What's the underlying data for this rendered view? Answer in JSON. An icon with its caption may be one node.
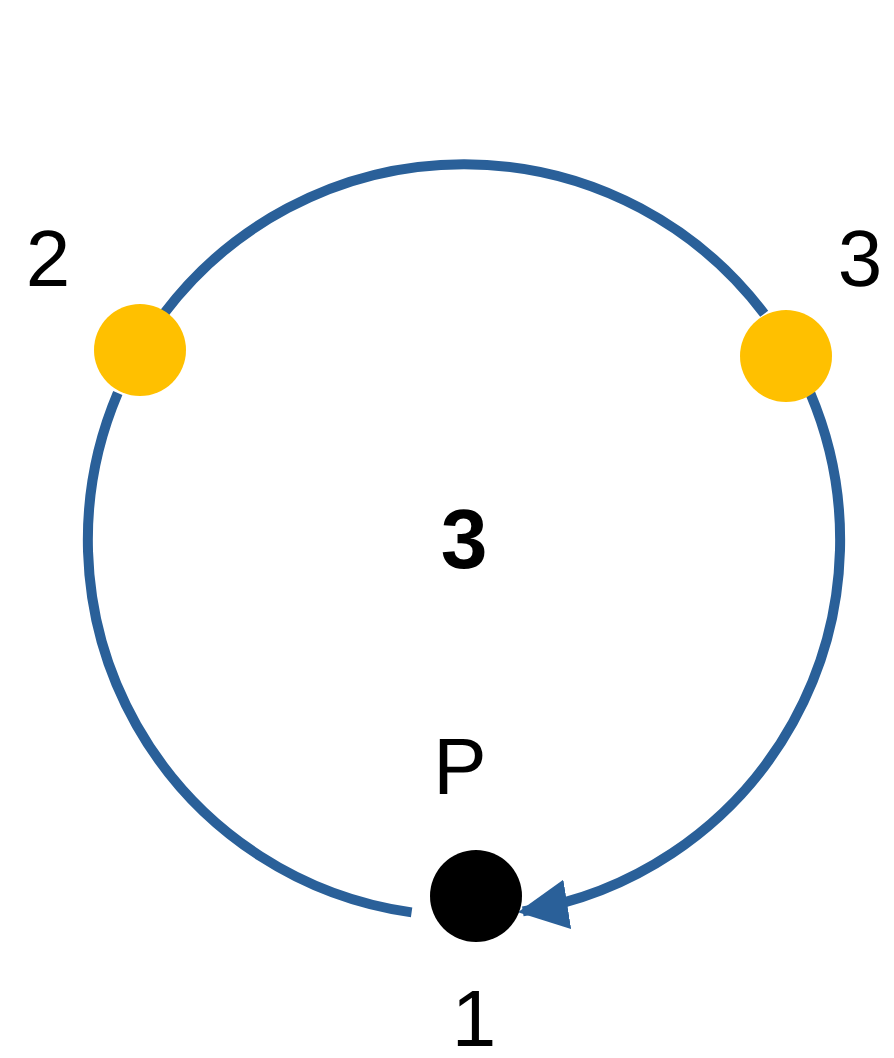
{
  "diagram": {
    "nodes": [
      {
        "text": [],
        "shape": "circle",
        "beside": [
          "P",
          "1"
        ]
      },
      {
        "text": [],
        "shape": "circle",
        "beside": [
          "2"
        ]
      },
      {
        "text": [],
        "shape": "circle",
        "beside": [
          "3"
        ]
      }
    ],
    "edges": [
      {
        "from": 0,
        "to": 1,
        "arrow": "none"
      },
      {
        "from": 1,
        "to": 2,
        "arrow": "none"
      },
      {
        "from": 2,
        "to": 0,
        "arrow": "to"
      }
    ],
    "labels": [
      "3"
    ]
  }
}
